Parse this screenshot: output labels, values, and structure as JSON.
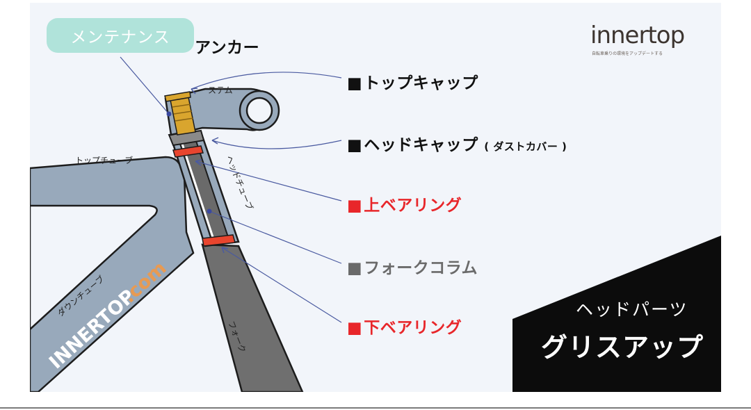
{
  "header": {
    "badge": "メンテナンス",
    "anchor_label": "アンカー"
  },
  "logo": {
    "text": "innertop",
    "tagline": "自転車乗りの環境をアップデートする"
  },
  "callouts": {
    "top_cap": "トップキャップ",
    "head_cap": "ヘッドキャップ",
    "head_cap_note": "( ダストカバー )",
    "upper_bearing": "上ベアリング",
    "fork_column": "フォークコラム",
    "lower_bearing": "下ベアリング",
    "square": "■"
  },
  "parts": {
    "stem": "ステム",
    "top_tube": "トップチューブ",
    "head_tube": "ヘッドチューブ",
    "down_tube": "ダウンチューブ",
    "fork": "フォーク"
  },
  "watermark": {
    "text_main": "INNERTOP",
    "text_dot": ".com"
  },
  "promo": {
    "subtitle": "ヘッドパーツ",
    "title": "グリスアップ"
  },
  "colors": {
    "frame": "#98a9bb",
    "fork": "#6f6f6f",
    "bearing": "#e8452e",
    "gold": "#d9a52e",
    "leader": "#4a5aa0",
    "red_text": "#e8262a",
    "gray_text": "#6a6a6a",
    "promo_bg": "#0c0c0c"
  }
}
